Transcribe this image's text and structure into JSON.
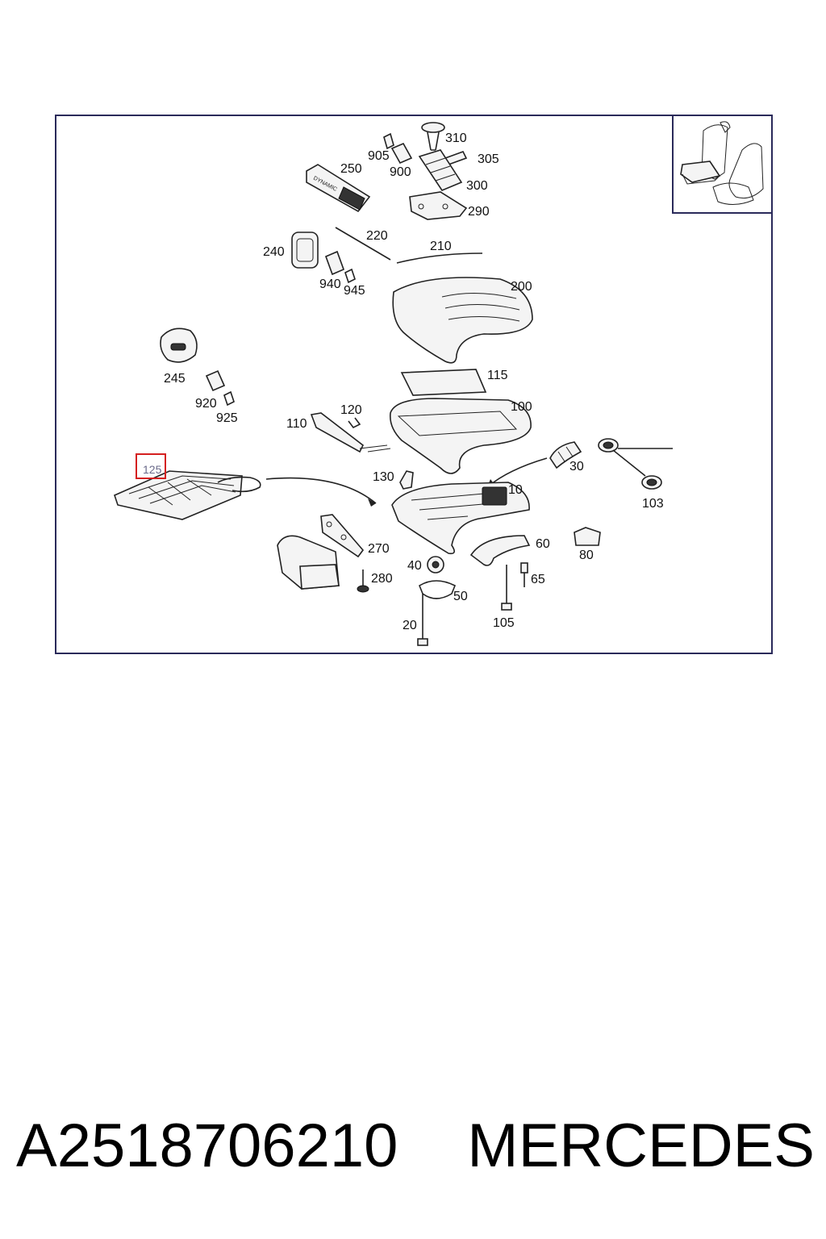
{
  "caption": {
    "part_number": "A2518706210",
    "brand": "MERCEDES"
  },
  "highlighted_callout": "125",
  "callouts": {
    "c310": "310",
    "c305": "305",
    "c300": "300",
    "c290": "290",
    "c905": "905",
    "c900": "900",
    "c250": "250",
    "c220": "220",
    "c210": "210",
    "c240": "240",
    "c940": "940",
    "c945": "945",
    "c200": "200",
    "c245": "245",
    "c920": "920",
    "c925": "925",
    "c115": "115",
    "c120": "120",
    "c110": "110",
    "c100": "100",
    "c125": "125",
    "c130": "130",
    "c30": "30",
    "c10": "10",
    "c103": "103",
    "c270": "270",
    "c280": "280",
    "c60": "60",
    "c80": "80",
    "c40": "40",
    "c50": "50",
    "c65": "65",
    "c20": "20",
    "c105": "105"
  },
  "colors": {
    "frame": "#2a2a5a",
    "highlight_box": "#d42020"
  }
}
